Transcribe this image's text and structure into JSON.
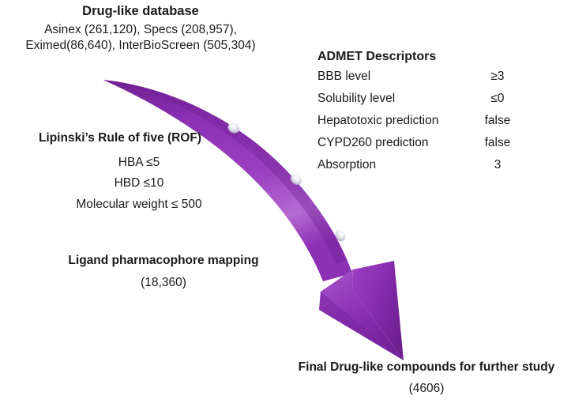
{
  "database": {
    "title": "Drug-like database",
    "line1": "Asinex (261,120), Specs (208,957),",
    "line2": "Eximed(86,640), InterBioScreen (505,304)"
  },
  "lipinski": {
    "title": "Lipinski’s Rule of five (ROF)",
    "rules": [
      "HBA ≤5",
      "HBD ≤10",
      "Molecular weight ≤ 500"
    ]
  },
  "ligand": {
    "title": "Ligand pharmacophore  mapping",
    "count": "(18,360)"
  },
  "final": {
    "title": "Final Drug-like compounds for further study",
    "count": "(4606)"
  },
  "admet": {
    "title": "ADMET Descriptors",
    "rows": [
      {
        "label": "BBB level",
        "value": "≥3"
      },
      {
        "label": "Solubility level",
        "value": "≤0"
      },
      {
        "label": "Hepatotoxic prediction",
        "value": "false"
      },
      {
        "label": "CYPD260 prediction",
        "value": "false"
      },
      {
        "label": "Absorption",
        "value": "3"
      }
    ]
  },
  "arrow": {
    "name": "curved-workflow-arrow",
    "color_main": "#8C30B4",
    "color_dark": "#6E2090",
    "color_light": "#A855C8",
    "bead_color": "#E8E8F0",
    "bead_count": 3
  }
}
